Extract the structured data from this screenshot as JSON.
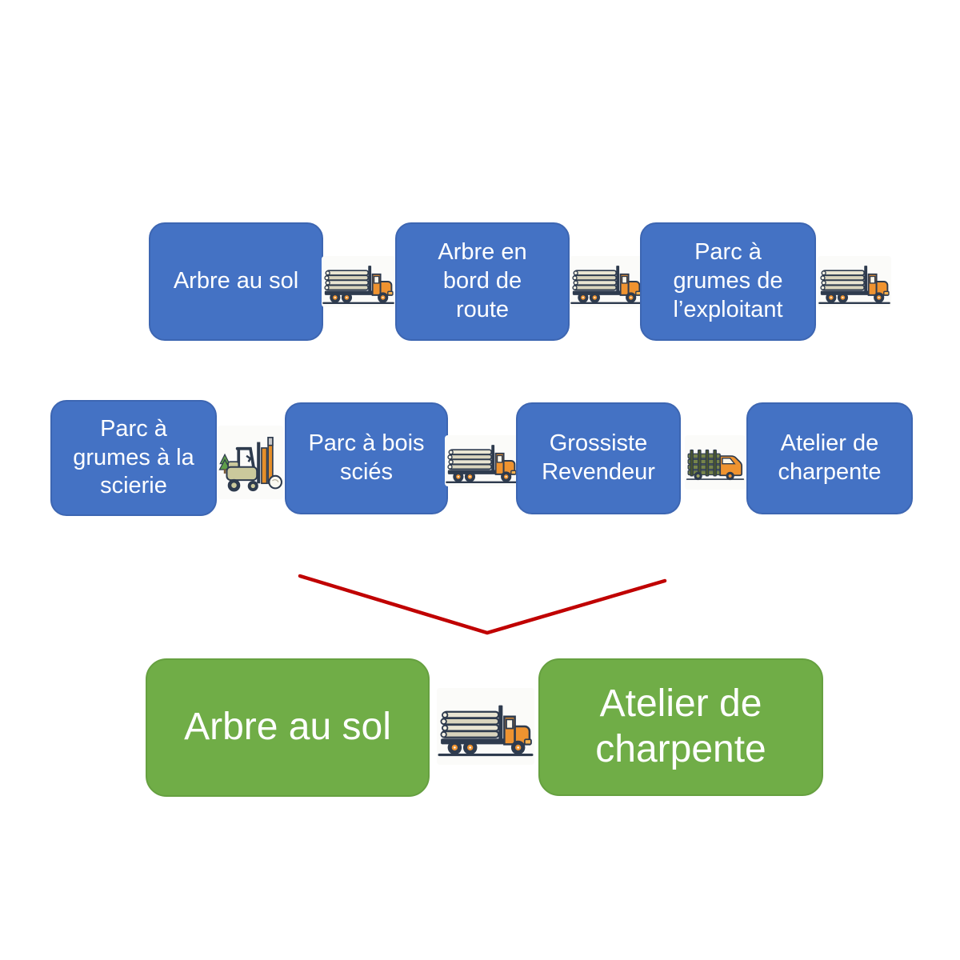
{
  "colors": {
    "box_blue": "#4472C4",
    "box_green": "#70AD47",
    "arrow_red": "#C00000",
    "text_white": "#FFFFFF"
  },
  "row1": {
    "boxes": [
      {
        "label": "Arbre au sol"
      },
      {
        "label": "Arbre en\nbord de\nroute"
      },
      {
        "label": "Parc à\ngrumes de\nl’exploitant"
      }
    ]
  },
  "row2": {
    "boxes": [
      {
        "label": "Parc à\ngrumes à la\nscierie"
      },
      {
        "label": "Parc à bois\nsciés"
      },
      {
        "label": "Grossiste\nRevendeur"
      },
      {
        "label": "Atelier de\ncharpente"
      }
    ]
  },
  "summary_row": {
    "boxes": [
      {
        "label": "Arbre au sol"
      },
      {
        "label": "Atelier de\ncharpente"
      }
    ]
  },
  "icons": {
    "log_truck": "log-truck-icon",
    "forklift": "forklift-icon",
    "delivery_truck": "delivery-truck-icon"
  }
}
